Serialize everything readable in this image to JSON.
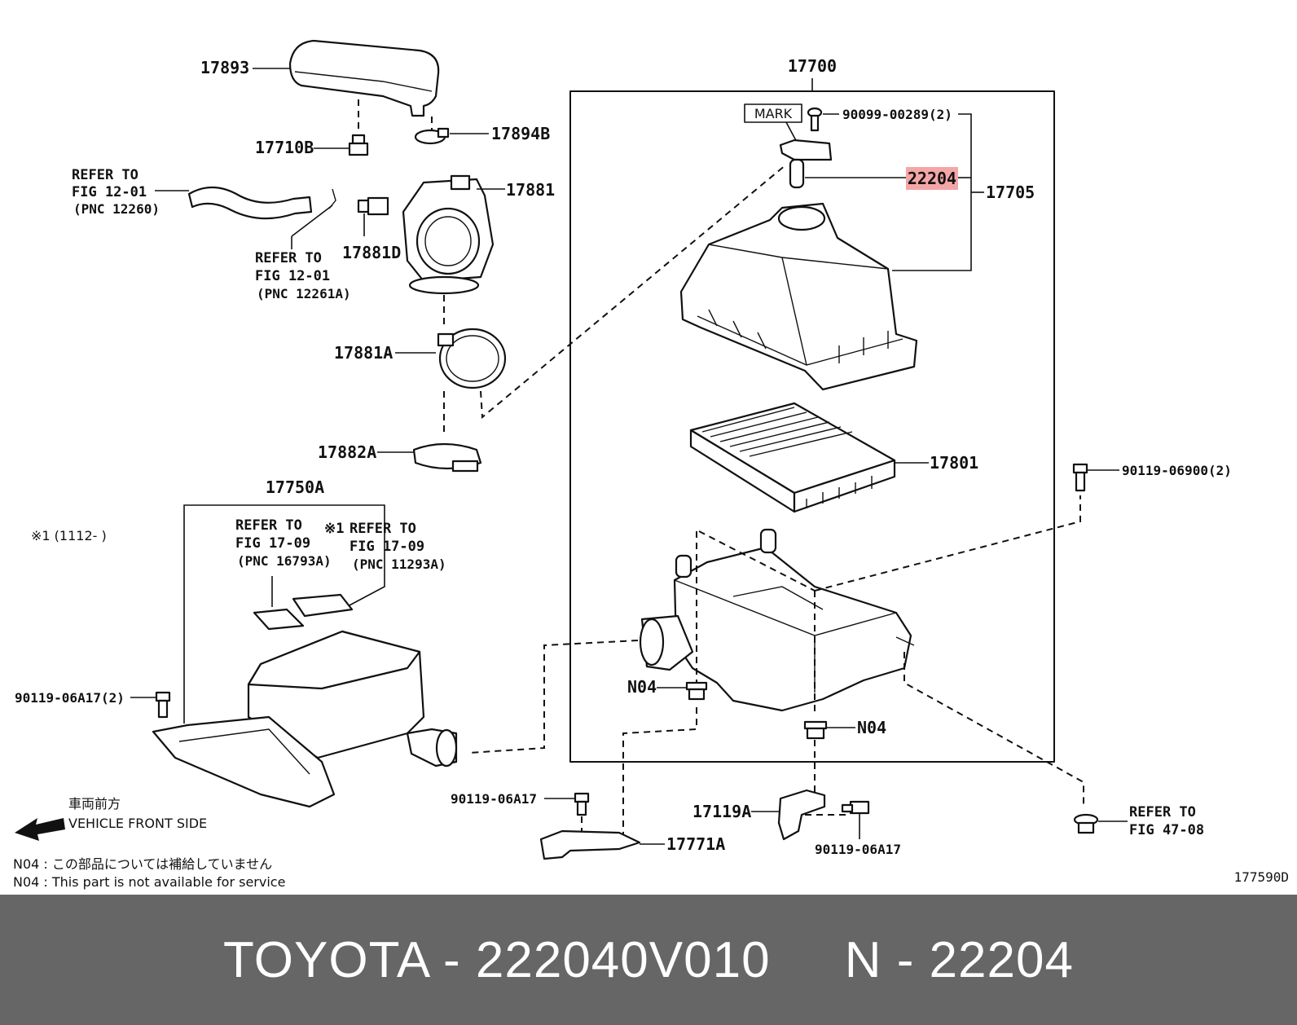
{
  "diagram": {
    "parts": {
      "p17893": "17893",
      "p17710b": "17710B",
      "p17894b": "17894B",
      "p17881": "17881",
      "p17881d": "17881D",
      "p17881a": "17881A",
      "p17882a": "17882A",
      "p17750a": "17750A",
      "p17700": "17700",
      "p17705": "17705",
      "p17801": "17801",
      "p22204": "22204",
      "p90099": "90099-00289(2)",
      "p90119_06900": "90119-06900(2)",
      "p90119_06a17_2": "90119-06A17(2)",
      "p90119_06a17_a": "90119-06A17",
      "p90119_06a17_b": "90119-06A17",
      "p17771a": "17771A",
      "p17119a": "17119A",
      "n04_a": "N04",
      "n04_b": "N04",
      "mark": "MARK"
    },
    "refs": {
      "ref1": [
        "REFER TO",
        "FIG 12-01",
        "(PNC 12260)"
      ],
      "ref2": [
        "REFER TO",
        "FIG 12-01",
        "(PNC 12261A)"
      ],
      "ref3": [
        "REFER TO",
        "FIG 17-09",
        "(PNC 16793A)"
      ],
      "ref4": [
        "REFER TO",
        "FIG 17-09",
        "(PNC 11293A)"
      ],
      "ref5": [
        "REFER TO",
        "FIG 47-08"
      ]
    },
    "ref4_prefix": "※1",
    "note_range": "※1 (1112-      )",
    "front_jp": "車両前方",
    "front_en": "VEHICLE FRONT SIDE",
    "n04_note_jp": "N04 : この部品については補給していません",
    "n04_note_en": "N04 : This part is not available for service",
    "figure_id": "177590D",
    "highlight_color": "#f4a6a6"
  },
  "footer": {
    "text": "TOYOTA - 222040V010     N - 22204"
  }
}
